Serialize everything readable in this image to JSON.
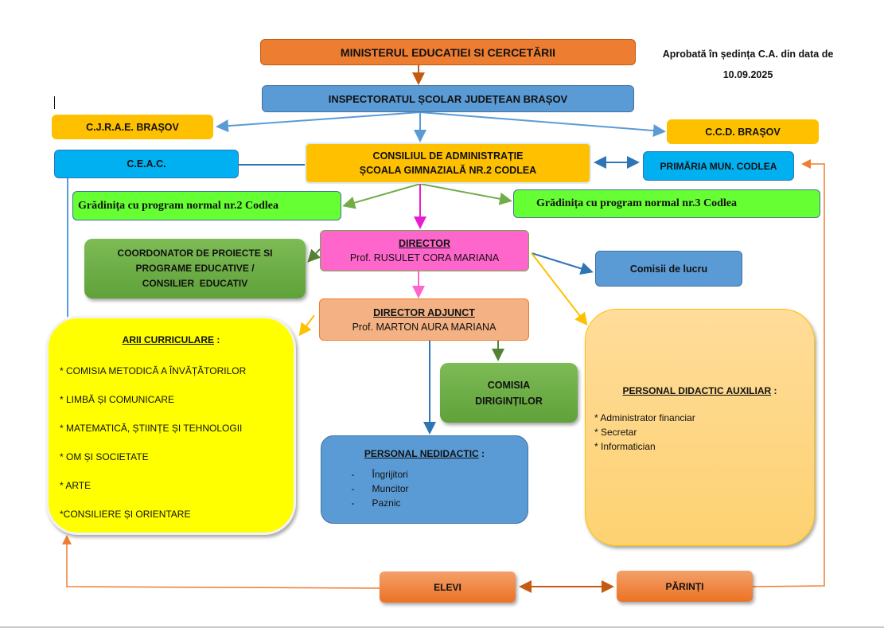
{
  "approval_note": {
    "line1": "Aprobată în ședința C.A. din data de",
    "line2": "10.09.2025"
  },
  "colors": {
    "orange": "#ED7D31",
    "blue": "#5B9BD5",
    "gold": "#FFC000",
    "cyan": "#00B0F0",
    "lime": "#66FF33",
    "green": "#70AD47",
    "magenta": "#FF66CC",
    "salmon": "#F4B183",
    "yellow": "#FFFF00",
    "light_orange": "#FFD98A"
  },
  "nodes": {
    "ministry": "MINISTERUL EDUCATIEI SI CERCETĂRII",
    "inspectorate": "INSPECTORATUL ȘCOLAR JUDEȚEAN BRAȘOV",
    "cjrae": "C.J.R.A.E. BRAȘOV",
    "ccd": "C.C.D. BRAȘOV",
    "ceac": "C.E.A.C.",
    "council": {
      "line1": "CONSILIUL DE ADMINISTRAȚIE",
      "line2": "ȘCOALA GIMNAZIALĂ NR.2 CODLEA"
    },
    "city_hall": "PRIMĂRIA MUN. CODLEA",
    "kindergarten2": "Grădinița cu program normal nr.2 Codlea",
    "kindergarten3": "Grădinița cu program normal nr.3 Codlea",
    "director": {
      "title": "DIRECTOR",
      "name": "Prof. RUSULET CORA MARIANA"
    },
    "coordinator": {
      "line1": "COORDONATOR DE PROIECTE SI",
      "line2": "PROGRAME EDUCATIVE /",
      "line3": "CONSILIER  EDUCATIV"
    },
    "work_commissions": "Comisii de lucru",
    "deputy_director": {
      "title": "DIRECTOR ADJUNCT",
      "name": "Prof. MARTON AURA MARIANA"
    },
    "curricular_areas": {
      "title": "ARII CURRICULARE",
      "items": [
        "* COMISIA METODICĂ A ÎNVĂȚĂTORILOR",
        "* LIMBĂ ȘI COMUNICARE",
        "* MATEMATICĂ, ȘTIINȚE ȘI TEHNOLOGII",
        "* OM ȘI SOCIETATE",
        "* ARTE",
        "*CONSILIERE ȘI ORIENTARE"
      ]
    },
    "form_teachers": {
      "line1": "COMISIA",
      "line2": "DIRIGINȚILOR"
    },
    "non_teaching": {
      "title": "PERSONAL NEDIDACTIC",
      "items": [
        "Îngrijitori",
        "Muncitor",
        "Paznic"
      ]
    },
    "auxiliary": {
      "title": "PERSONAL DIDACTIC AUXILIAR",
      "items": [
        "* Administrator financiar",
        "* Secretar",
        "* Informatician"
      ]
    },
    "students": "ELEVI",
    "parents": "PĂRINȚI"
  },
  "colon": " :",
  "dash": "-"
}
